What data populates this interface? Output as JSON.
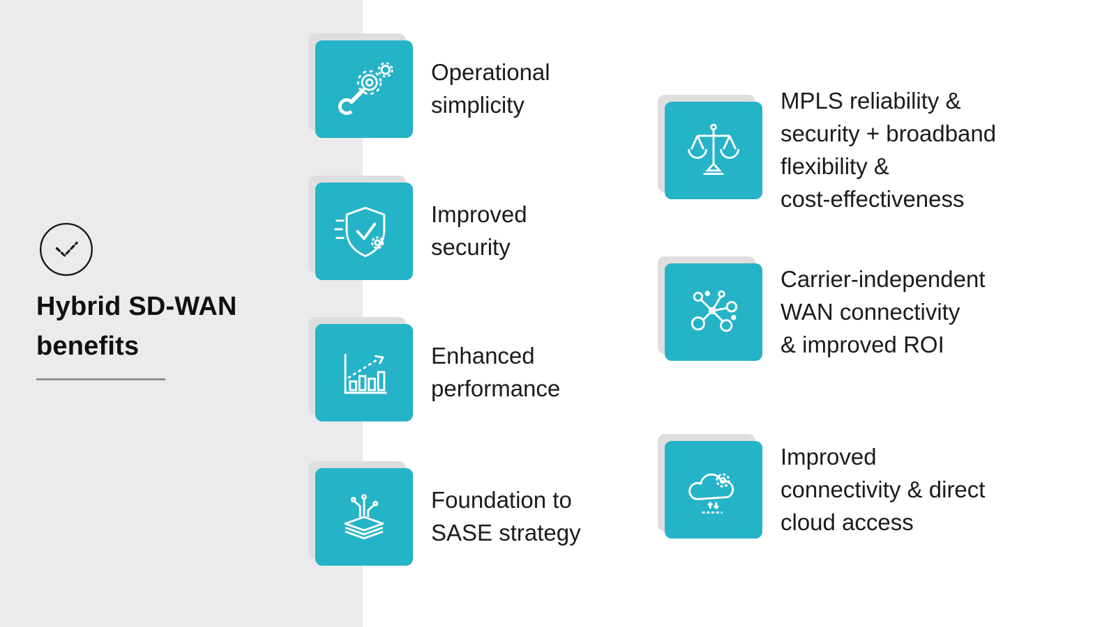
{
  "colors": {
    "tile_teal": "#25b3c7",
    "panel_gray": "#ebebeb",
    "text_dark": "#1b1b1b",
    "underline_gray": "#8e8e8e"
  },
  "sidebar": {
    "icon": "check-circle-icon",
    "title": "Hybrid SD-WAN\nbenefits"
  },
  "benefits": {
    "left": [
      {
        "icon": "wrench-gears-icon",
        "label": "Operational\nsimplicity"
      },
      {
        "icon": "shield-check-icon",
        "label": "Improved\nsecurity"
      },
      {
        "icon": "bar-chart-icon",
        "label": "Enhanced\nperformance"
      },
      {
        "icon": "layers-icon",
        "label": "Foundation to\nSASE strategy"
      }
    ],
    "right": [
      {
        "icon": "balance-scale-icon",
        "label": "MPLS reliability &\nsecurity + broadband\nflexibility &\ncost-effectiveness"
      },
      {
        "icon": "network-nodes-icon",
        "label": "Carrier-independent\nWAN connectivity\n& improved ROI"
      },
      {
        "icon": "cloud-gear-icon",
        "label": "Improved\nconnectivity & direct\ncloud access"
      }
    ]
  }
}
